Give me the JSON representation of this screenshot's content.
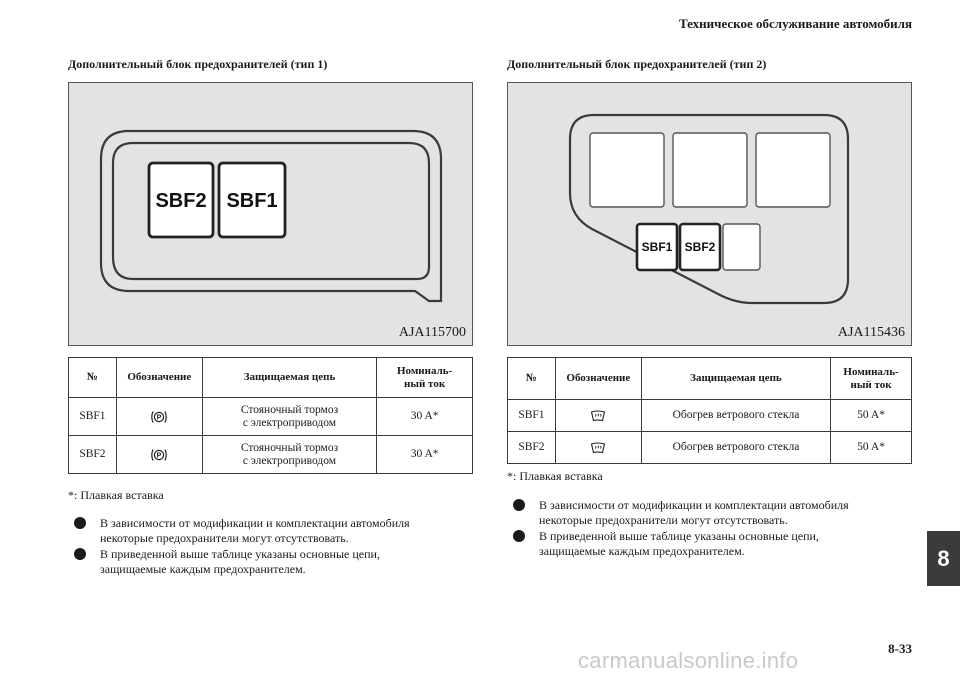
{
  "header": {
    "title": "Техническое обслуживание автомобиля"
  },
  "footer": {
    "page_number": "8-33",
    "watermark": "carmanualsonline.info"
  },
  "chapter_tab": "8",
  "left": {
    "title": "Дополнительный блок предохранителей (тип 1)",
    "figure_code": "AJA115700",
    "fuse_labels": [
      "SBF2",
      "SBF1"
    ],
    "table": {
      "headers": [
        "№",
        "Обозначение",
        "Защищаемая цепь",
        "Номиналь-",
        "ный ток"
      ],
      "rows": [
        {
          "no": "SBF1",
          "symbol": "parking-brake-icon",
          "circuit_1": "Стояночный тормоз",
          "circuit_2": "с электроприводом",
          "rating": "30 A*"
        },
        {
          "no": "SBF2",
          "symbol": "parking-brake-icon",
          "circuit_1": "Стояночный тормоз",
          "circuit_2": "с электроприводом",
          "rating": "30 A*"
        }
      ]
    },
    "footnote": "*: Плавкая вставка",
    "bullets": [
      {
        "line1": "В зависимости от модификации и комплектации автомобиля",
        "line2": "некоторые предохранители могут отсутствовать."
      },
      {
        "line1": "В приведенной выше таблице указаны основные цепи,",
        "line2": "защищаемые каждым предохранителем."
      }
    ]
  },
  "right": {
    "title": "Дополнительный блок предохранителей (тип 2)",
    "figure_code": "AJA115436",
    "fuse_labels": [
      "SBF1",
      "SBF2"
    ],
    "table": {
      "headers": [
        "№",
        "Обозначение",
        "Защищаемая цепь",
        "Номиналь-",
        "ный ток"
      ],
      "rows": [
        {
          "no": "SBF1",
          "symbol": "windshield-heater-icon",
          "circuit": "Обогрев ветрового стекла",
          "rating": "50 A*"
        },
        {
          "no": "SBF2",
          "symbol": "windshield-heater-icon",
          "circuit": "Обогрев ветрового стекла",
          "rating": "50 A*"
        }
      ]
    },
    "footnote": "*: Плавкая вставка",
    "bullets": [
      {
        "line1": "В зависимости от модификации и комплектации автомобиля",
        "line2": "некоторые предохранители могут отсутствовать."
      },
      {
        "line1": "В приведенной выше таблице указаны основные цепи,",
        "line2": "защищаемые каждым предохранителем."
      }
    ]
  }
}
